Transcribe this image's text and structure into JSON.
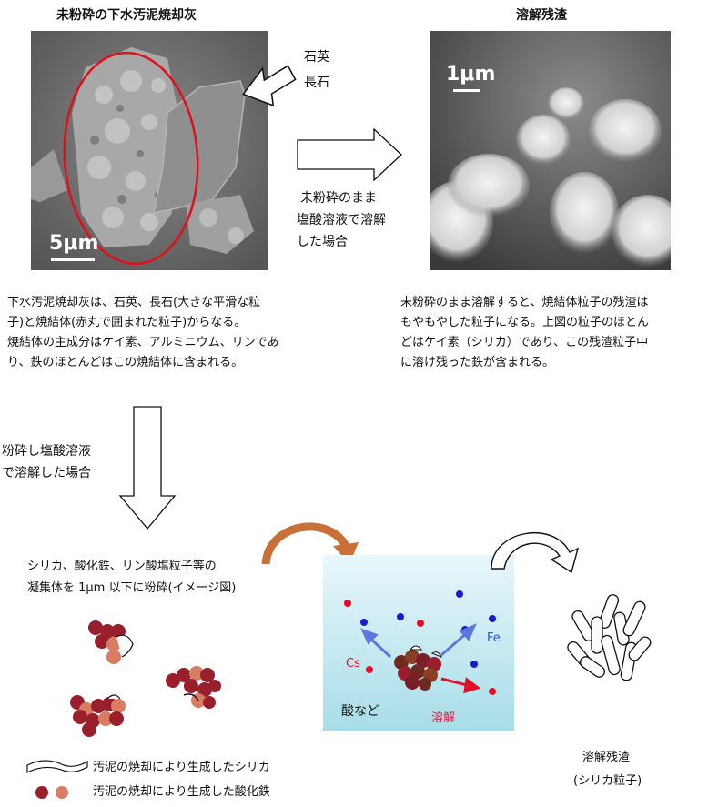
{
  "left_panel": {
    "title": "未粉砕の下水汚泥焼却灰",
    "scale_label": "5μm",
    "callout_line1": "石英",
    "callout_line2": "長石"
  },
  "right_panel": {
    "title": "溶解残渣",
    "scale_label": "1μm"
  },
  "middle_arrow_caption": [
    "未粉砕のまま",
    "塩酸溶液で溶解",
    "した場合"
  ],
  "left_description": [
    "下水汚泥焼却灰は、石英、長石(大きな平滑な粒",
    "子)と焼結体(赤丸で囲まれた粒子)からなる。",
    "焼結体の主成分はケイ素、アルミニウム、リンであ",
    "り、鉄のほとんどはこの焼結体に含まれる。"
  ],
  "right_description": [
    "未粉砕のまま溶解すると、焼結体粒子の残渣は",
    "もやもやした粒子になる。上図の粒子のほとん",
    "どはケイ素（シリカ）であり、この残渣粒子中",
    "に溶け残った鉄が含まれる。"
  ],
  "down_arrow_caption": [
    "粉砕し塩酸溶液",
    "で溶解した場合"
  ],
  "bottom_left_caption": [
    "シリカ、酸化鉄、リン酸塩粒子等の",
    "凝集体を 1μm 以下に粉砕(イメージ図)"
  ],
  "beaker": {
    "cs_label": "Cs",
    "fe_label": "Fe",
    "acid_label": "酸など",
    "dissolve_label": "溶解"
  },
  "residue_caption": [
    "溶解残渣",
    "(シリカ粒子)"
  ],
  "legend": {
    "silica": "汚泥の焼却により生成したシリカ",
    "iron_oxide": "汚泥の焼却により生成した酸化鉄"
  },
  "colors": {
    "red_ellipse": "#e0101a",
    "cs_dot": "#e0102a",
    "fe_dot": "#1a1acc",
    "fe_text": "#2a55c8",
    "dissolve_text": "#e02040",
    "orange_arrow": "#c87038",
    "beaker_top": "#e8f7fb",
    "beaker_bottom": "#a8dde8",
    "particle_dark": "#9a1f2c",
    "particle_light": "#d87c62"
  }
}
